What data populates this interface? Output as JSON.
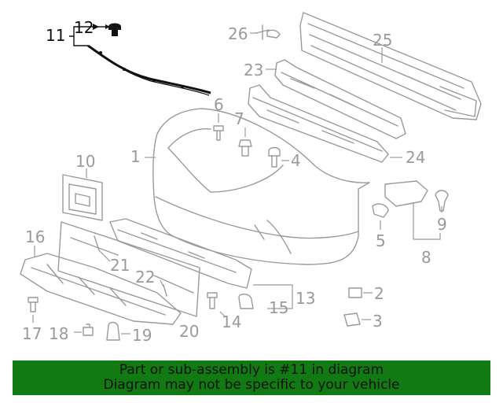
{
  "callouts": {
    "c1": "1",
    "c2": "2",
    "c3": "3",
    "c4": "4",
    "c5": "5",
    "c6": "6",
    "c7": "7",
    "c8": "8",
    "c9": "9",
    "c10": "10",
    "c11": "11",
    "c12": "12",
    "c13": "13",
    "c14": "14",
    "c15": "15",
    "c16": "16",
    "c17": "17",
    "c18": "18",
    "c19": "19",
    "c20": "20",
    "c21": "21",
    "c22": "22",
    "c23": "23",
    "c24": "24",
    "c25": "25",
    "c26": "26"
  },
  "highlighted_part": "11",
  "colors": {
    "highlight_part": "#111111",
    "other_parts": "#9a9a9a",
    "banner_bg": "#127a12"
  },
  "banner": {
    "line1": "Part or sub-assembly is #11 in diagram",
    "line2": "Diagram may not be specific to your vehicle"
  }
}
